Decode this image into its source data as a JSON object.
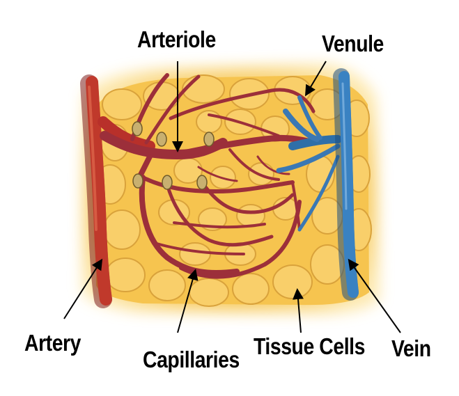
{
  "labels": {
    "arteriole": "Arteriole",
    "venule": "Venule",
    "artery": "Artery",
    "capillaries": "Capillaries",
    "tissue_cells": "Tissue Cells",
    "vein": "Vein"
  },
  "colors": {
    "tissue": "#f7c24a",
    "tissue_light": "#fbe7a6",
    "cell_outline": "#d9a23b",
    "arterial": "#b8302a",
    "arterial_dark": "#7e1d1d",
    "capillary": "#9c2f3a",
    "venous": "#3a78b4",
    "venous_dark": "#1f4f7e",
    "sphincter": "#c8b070",
    "label_text": "#000000"
  }
}
